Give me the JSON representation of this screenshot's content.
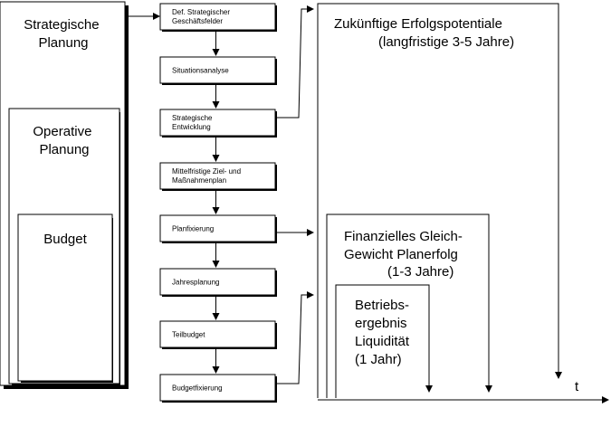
{
  "left_frames": {
    "strategic": [
      "Strategische",
      "Planung"
    ],
    "operative": [
      "Operative",
      "Planung"
    ],
    "budget": [
      "Budget"
    ]
  },
  "process_steps": [
    [
      "Def. Strategischer",
      "Geschäftsfelder"
    ],
    [
      "Situationsanalyse"
    ],
    [
      "Strategische",
      "Entwicklung"
    ],
    [
      "Mittelfristige Ziel- und",
      "Maßnahmenplan"
    ],
    [
      "Planfixierung"
    ],
    [
      "Jahresplanung"
    ],
    [
      "Teilbudget"
    ],
    [
      "Budgetfixierung"
    ]
  ],
  "regions": {
    "long_term": [
      "Zukünftige Erfolgspotentiale",
      "(langfristige 3-5 Jahre)"
    ],
    "mid_term": [
      "Finanzielles Gleich-",
      "Gewicht Planerfolg",
      "(1-3 Jahre)"
    ],
    "short_term": [
      "Betriebs-",
      "ergebnis",
      "Liquidität",
      "(1 Jahr)"
    ]
  },
  "axis": {
    "label": "t"
  }
}
